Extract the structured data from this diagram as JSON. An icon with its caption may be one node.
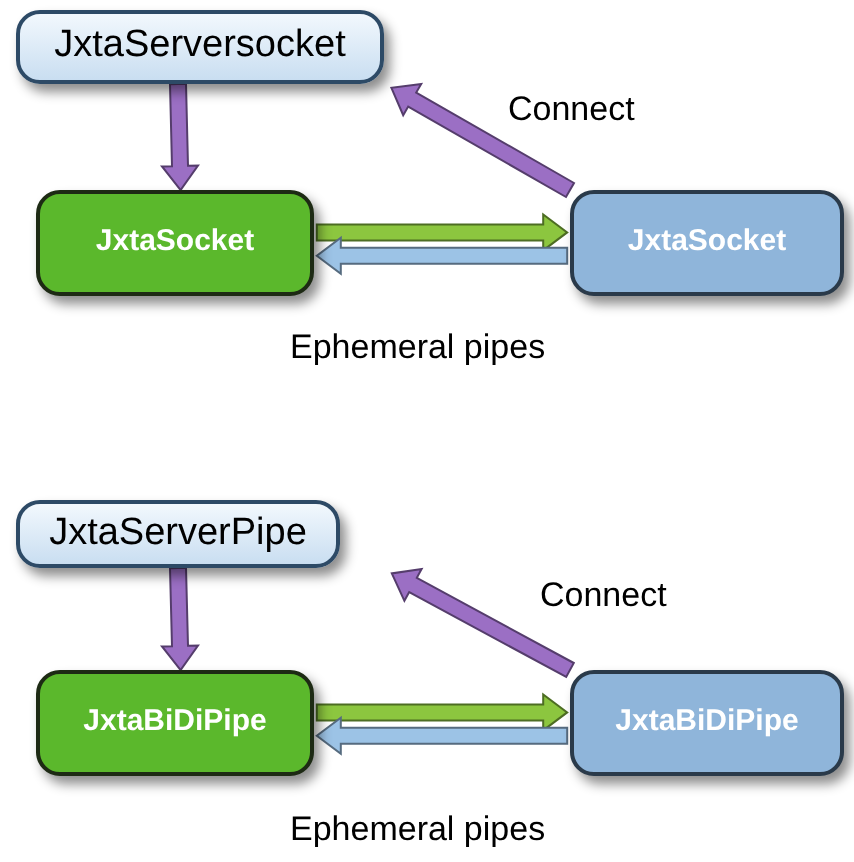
{
  "diagram": {
    "nodes": [
      {
        "text": [
          "JxtaServersocket"
        ]
      },
      {
        "text": [
          "JxtaSocket"
        ]
      },
      {
        "text": [
          "JxtaSocket"
        ]
      },
      {
        "text": [
          "JxtaServerPipe"
        ]
      },
      {
        "text": [
          "JxtaBiDiPipe"
        ]
      },
      {
        "text": [
          "JxtaBiDiPipe"
        ]
      }
    ],
    "edges": [
      {
        "from": 0,
        "to": 1,
        "arrow": "to",
        "style": "thick",
        "color": "#9b6fc4"
      },
      {
        "from": 2,
        "to": 0,
        "arrow": "to",
        "label": "Connect",
        "style": "thick",
        "color": "#9b6fc4"
      },
      {
        "from": 1,
        "to": 2,
        "arrow": "to",
        "style": "thick",
        "color": "#8cc63f"
      },
      {
        "from": 2,
        "to": 1,
        "arrow": "to",
        "style": "thick",
        "color": "#9cc3e6"
      },
      {
        "from": 3,
        "to": 4,
        "arrow": "to",
        "style": "thick",
        "color": "#9b6fc4"
      },
      {
        "from": 5,
        "to": 3,
        "arrow": "to",
        "label": "Connect",
        "style": "thick",
        "color": "#9b6fc4"
      },
      {
        "from": 4,
        "to": 5,
        "arrow": "to",
        "style": "thick",
        "color": "#8cc63f"
      },
      {
        "from": 5,
        "to": 4,
        "arrow": "to",
        "style": "thick",
        "color": "#9cc3e6"
      }
    ],
    "labels": [
      "Ephemeral pipes",
      "Ephemeral pipes"
    ]
  }
}
